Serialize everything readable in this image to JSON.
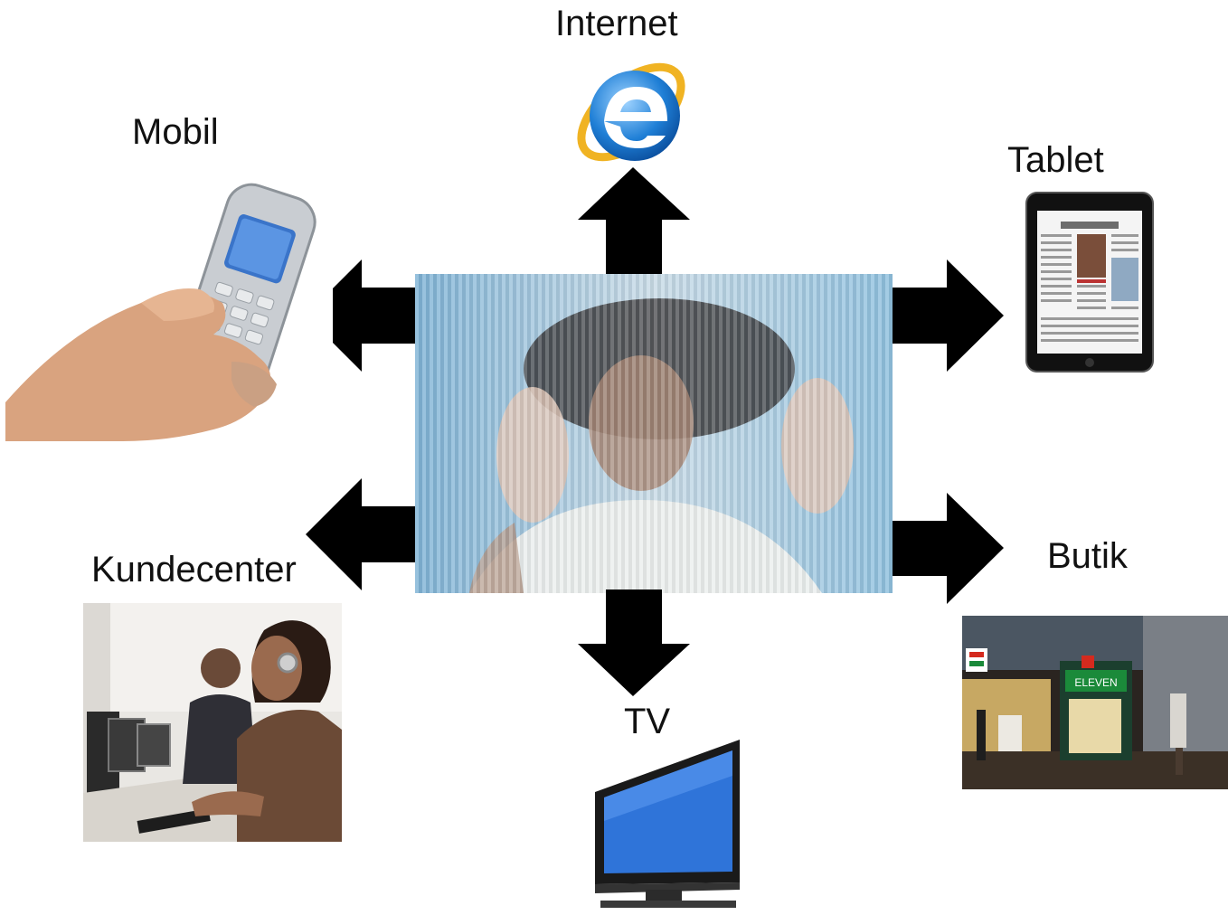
{
  "labels": {
    "internet": "Internet",
    "mobil": "Mobil",
    "tablet": "Tablet",
    "kundecenter": "Kundecenter",
    "butik": "Butik",
    "tv": "TV"
  },
  "store_sign": "ELEVEN",
  "colors": {
    "arrow": "#000000",
    "ie_blue": "#1f7fd6",
    "ie_ring": "#f0b323",
    "tv_screen": "#2f74d9",
    "store_green": "#1b8a3a",
    "store_red": "#d42a1e"
  },
  "icons": [
    "internet-explorer-icon",
    "mobile-phone-icon",
    "tablet-icon",
    "call-center-icon",
    "convenience-store-icon",
    "television-icon"
  ]
}
